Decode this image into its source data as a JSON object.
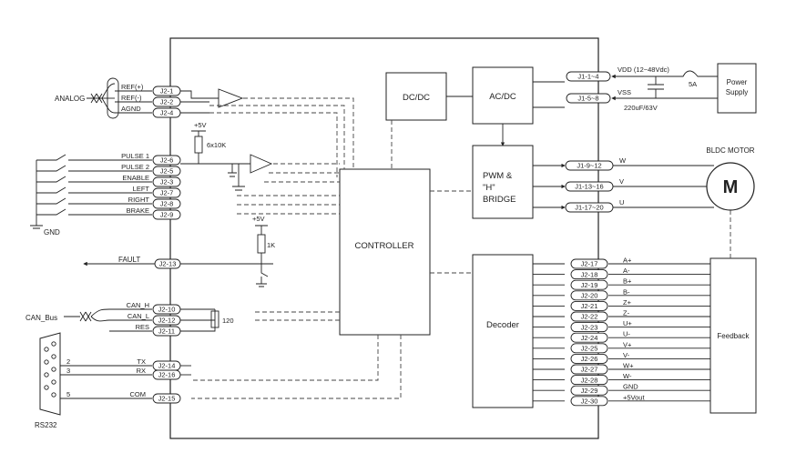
{
  "blocks": {
    "dcdc": "DC/DC",
    "acdc": "AC/DC",
    "controller": "CONTROLLER",
    "decoder": "Decoder",
    "bridge": [
      "PWM &",
      "\"H\"",
      "BRIDGE"
    ],
    "feedback": "Feedback",
    "power": [
      "Power",
      "Supply"
    ],
    "motor_label": "BLDC MOTOR",
    "motor_symbol": "M"
  },
  "analog": {
    "label": "ANALOG",
    "signals": [
      "REF(+)",
      "REF(-)",
      "AGND"
    ],
    "pins": [
      "J2-1",
      "J2-2",
      "J2-4"
    ]
  },
  "inputs": {
    "signals": [
      "PULSE 1",
      "PULSE 2",
      "ENABLE",
      "LEFT",
      "RIGHT",
      "BRAKE"
    ],
    "pins": [
      "J2-6",
      "J2-5",
      "J2-3",
      "J2-7",
      "J2-8",
      "J2-9"
    ],
    "gnd": "GND",
    "vcc": "+5V",
    "resistor": "6x10K"
  },
  "fault": {
    "label": "FAULT",
    "pin": "J2-13",
    "vcc": "+5V",
    "resistor": "1K"
  },
  "can": {
    "bus": "CAN_Bus",
    "signals": [
      "CAN_H",
      "CAN_L",
      "RES"
    ],
    "pins": [
      "J2-10",
      "J2-12",
      "J2-11"
    ],
    "terminator": "120"
  },
  "rs232": {
    "label": "RS232",
    "signals": [
      "TX",
      "RX",
      "COM"
    ],
    "numbers": [
      "2",
      "3",
      "5"
    ],
    "pins": [
      "J2-14",
      "J2-16",
      "J2-15"
    ]
  },
  "supply": {
    "pins": [
      "J1-1~4",
      "J1-5~8"
    ],
    "vdd": "VDD (12~48Vdc)",
    "vss": "VSS",
    "capacitor": "220uF/63V",
    "fuse": "5A"
  },
  "motor": {
    "pins": [
      "J1-9~12",
      "J1-13~16",
      "J1-17~20"
    ],
    "phases": [
      "W",
      "V",
      "U"
    ]
  },
  "decoder": {
    "pins": [
      "J2-17",
      "J2-18",
      "J2-19",
      "J2-20",
      "J2-21",
      "J2-22",
      "J2-23",
      "J2-24",
      "J2-25",
      "J2-26",
      "J2-27",
      "J2-28",
      "J2-29",
      "J2-30"
    ],
    "signals": [
      "A+",
      "A-",
      "B+",
      "B-",
      "Z+",
      "Z-",
      "U+",
      "U-",
      "V+",
      "V-",
      "W+",
      "W-",
      "GND",
      "+5Vout"
    ]
  }
}
